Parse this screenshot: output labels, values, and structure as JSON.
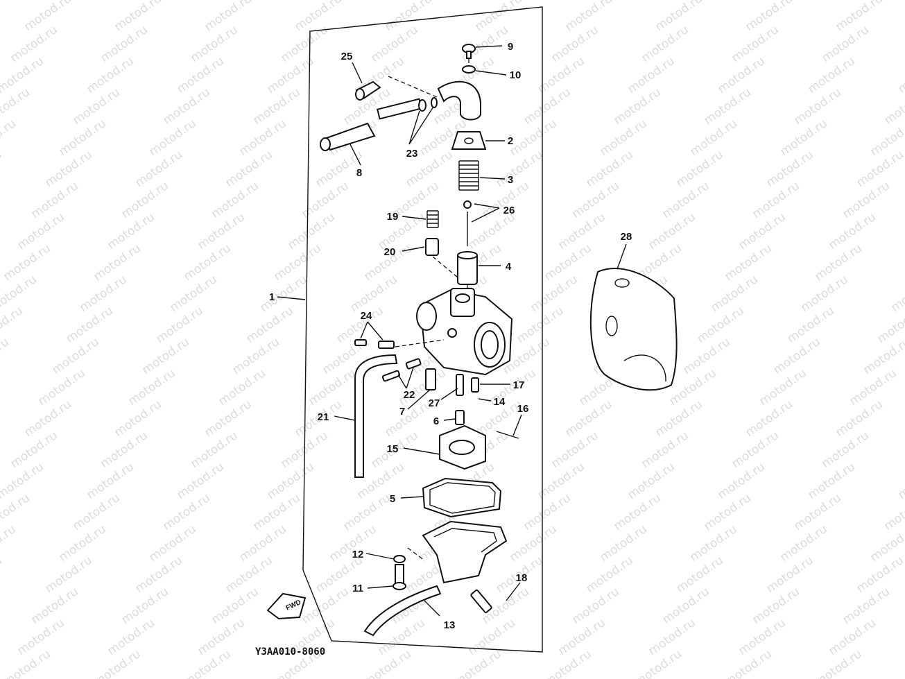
{
  "watermark": {
    "text": "motod.ru"
  },
  "diagram_code": "Y3AA010-8060",
  "fwd_label": "FWD",
  "callouts": [
    {
      "id": "9",
      "label": "9"
    },
    {
      "id": "10",
      "label": "10"
    },
    {
      "id": "25",
      "label": "25"
    },
    {
      "id": "2",
      "label": "2"
    },
    {
      "id": "3",
      "label": "3"
    },
    {
      "id": "23",
      "label": "23"
    },
    {
      "id": "8",
      "label": "8"
    },
    {
      "id": "26",
      "label": "26"
    },
    {
      "id": "19",
      "label": "19"
    },
    {
      "id": "20",
      "label": "20"
    },
    {
      "id": "4",
      "label": "4"
    },
    {
      "id": "28",
      "label": "28"
    },
    {
      "id": "1",
      "label": "1"
    },
    {
      "id": "24",
      "label": "24"
    },
    {
      "id": "17",
      "label": "17"
    },
    {
      "id": "22",
      "label": "22"
    },
    {
      "id": "27",
      "label": "27"
    },
    {
      "id": "14",
      "label": "14"
    },
    {
      "id": "7",
      "label": "7"
    },
    {
      "id": "16",
      "label": "16"
    },
    {
      "id": "21",
      "label": "21"
    },
    {
      "id": "6",
      "label": "6"
    },
    {
      "id": "15",
      "label": "15"
    },
    {
      "id": "5",
      "label": "5"
    },
    {
      "id": "12",
      "label": "12"
    },
    {
      "id": "18",
      "label": "18"
    },
    {
      "id": "11",
      "label": "11"
    },
    {
      "id": "13",
      "label": "13"
    }
  ]
}
